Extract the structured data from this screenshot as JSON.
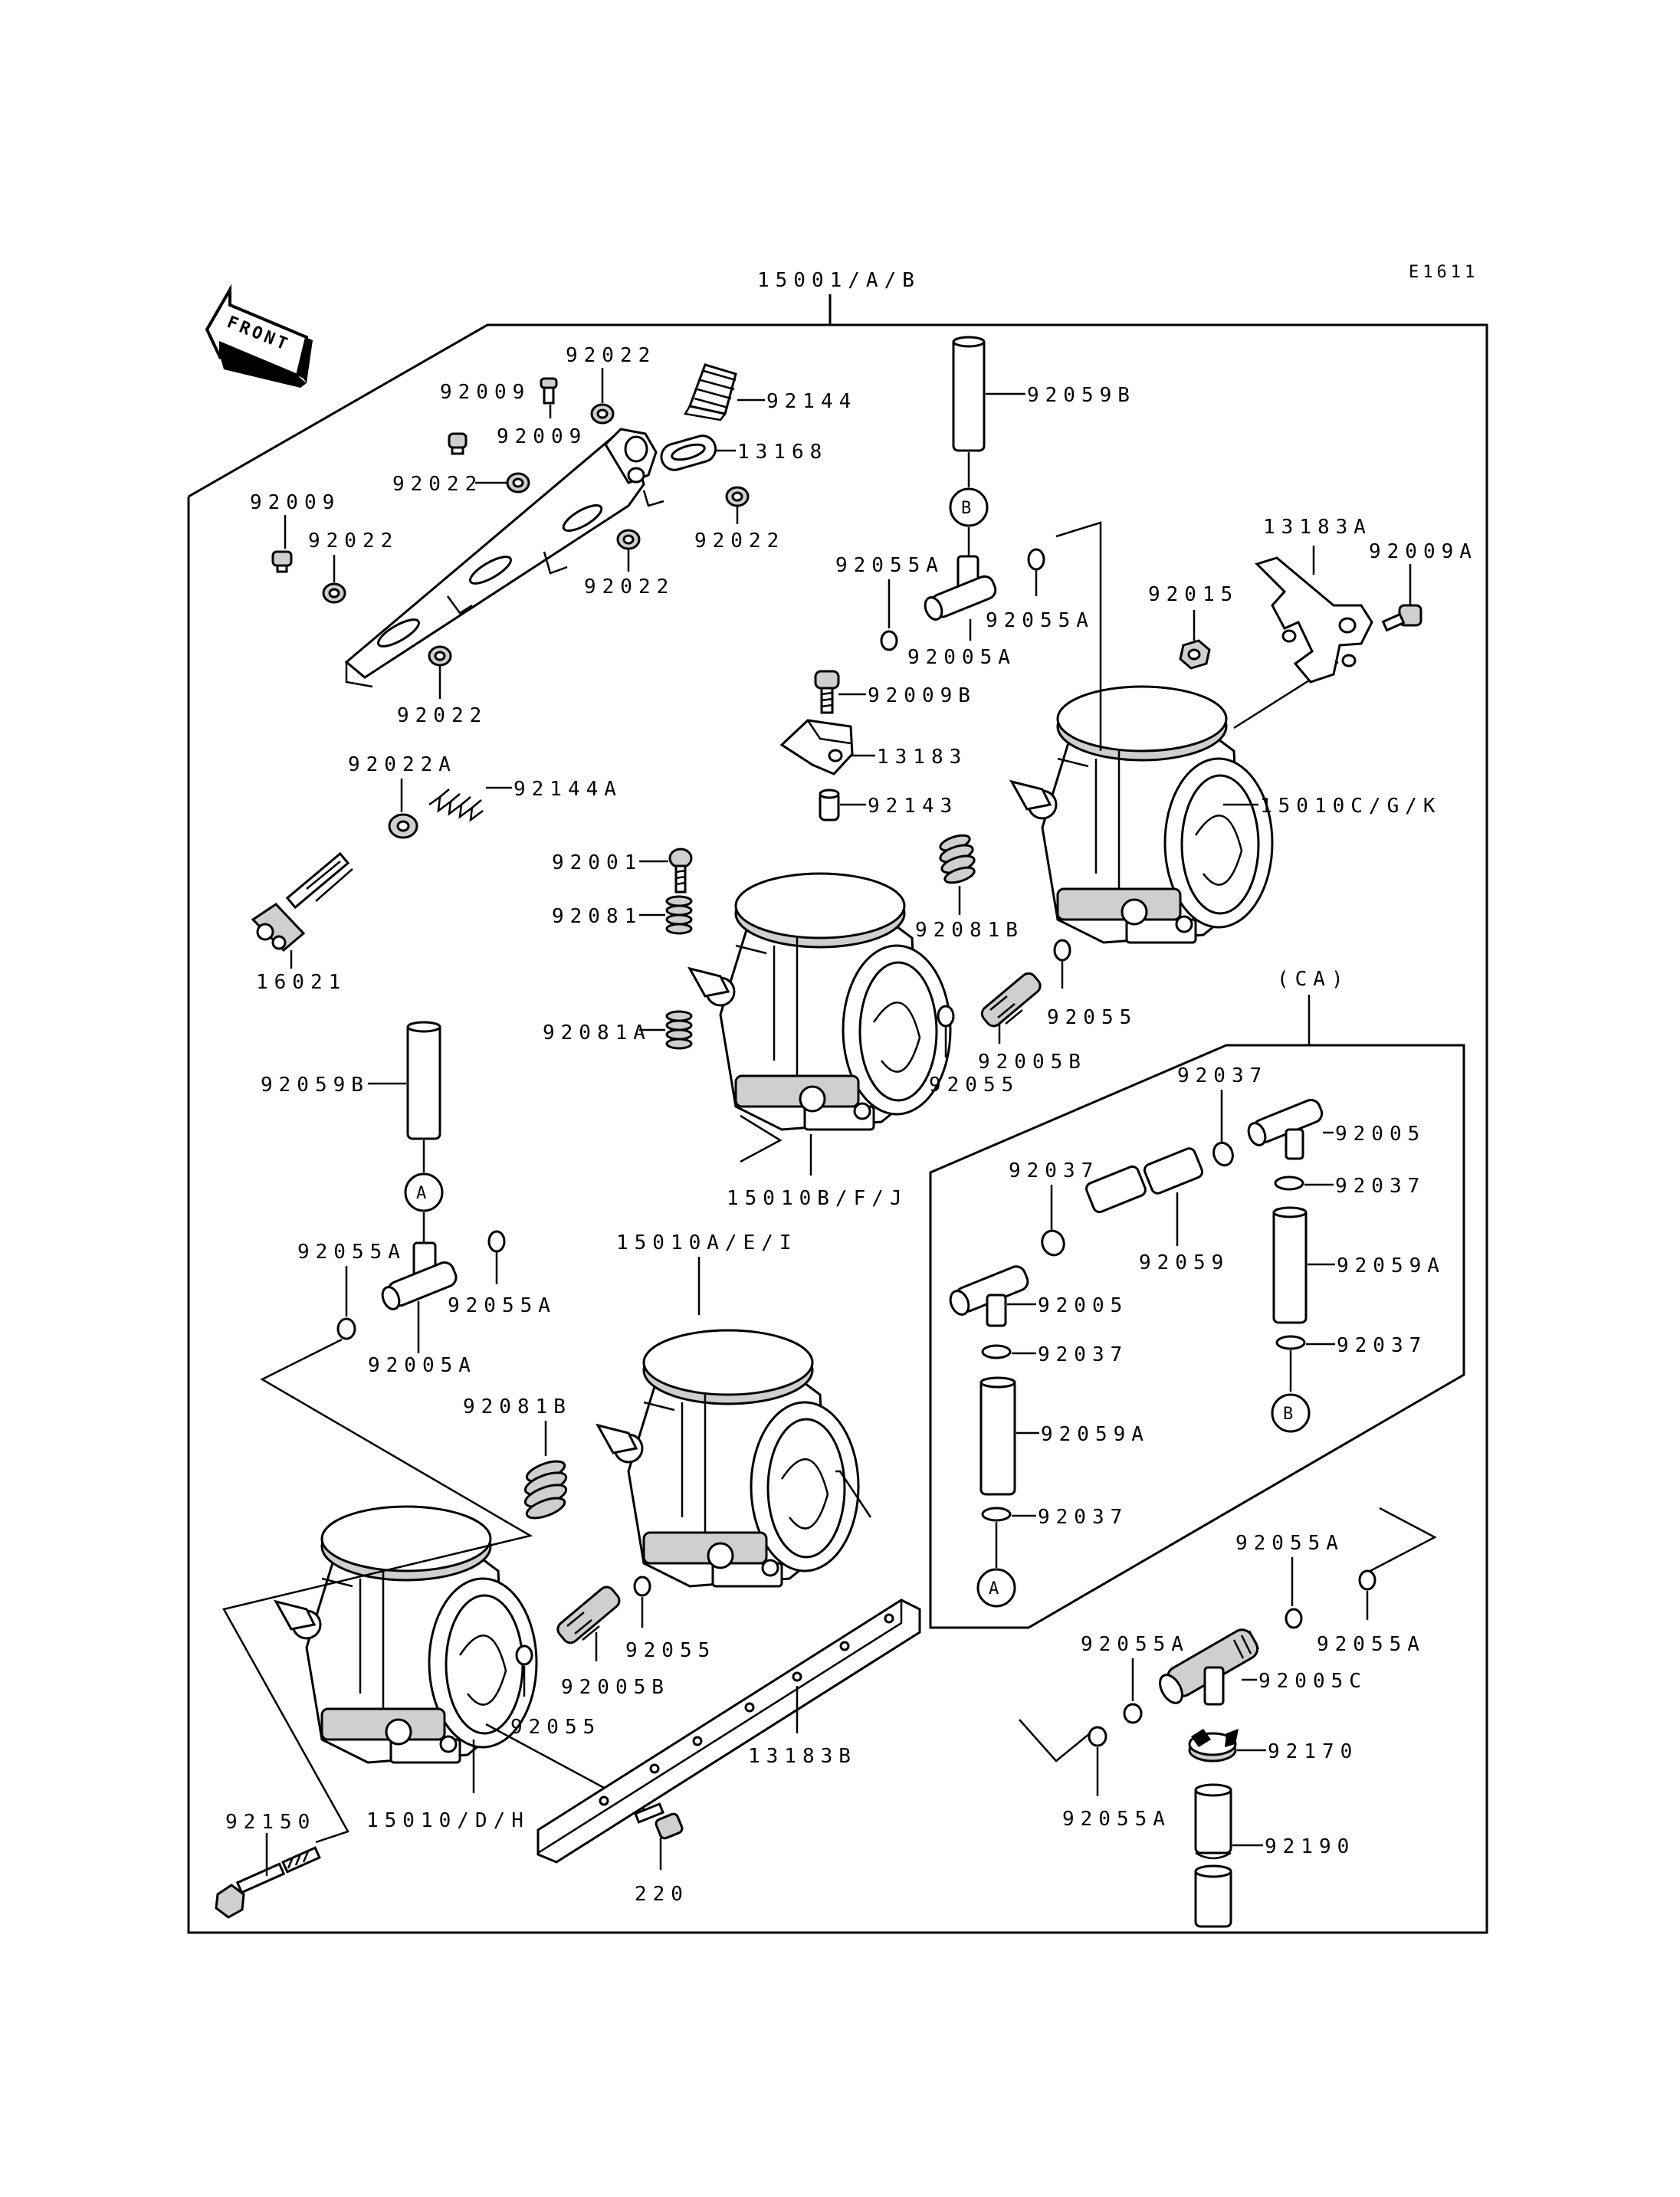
{
  "diagram_code": "E1611",
  "front_badge": "FRONT",
  "assembly": "15001/A/B",
  "ca_group": "(CA)",
  "refs": {
    "a": "A",
    "b": "B"
  },
  "labels": {
    "p92022_top": "92022",
    "p92009_a": "92009",
    "p92144": "92144",
    "p92009_b": "92009",
    "p13168": "13168",
    "p92022_b": "92022",
    "p92009_c": "92009",
    "p92022_c": "92022",
    "p92022_d": "92022",
    "p92022_e": "92022",
    "p92022_f": "92022",
    "p92022a": "92022A",
    "p92144a": "92144A",
    "p16021": "16021",
    "p92059b_top": "92059B",
    "p92055a_t1": "92055A",
    "p92055a_t2": "92055A",
    "p92005a_top": "92005A",
    "p92009b": "92009B",
    "p13183": "13183",
    "p92143": "92143",
    "p13183a": "13183A",
    "p92009a": "92009A",
    "p92015": "92015",
    "p15010cgk": "15010C/G/K",
    "p92001": "92001",
    "p92081": "92081",
    "p92081a": "92081A",
    "p92081b_top": "92081B",
    "p92055_m1": "92055",
    "p92005b_m": "92005B",
    "p92055_m2": "92055",
    "p15010bfj": "15010B/F/J",
    "p92059b_left": "92059B",
    "p92055a_l1": "92055A",
    "p92055a_l2": "92055A",
    "p92005a_left": "92005A",
    "p15010aei": "15010A/E/I",
    "p92081b_left": "92081B",
    "p92055_b1": "92055",
    "p92005b_b": "92005B",
    "p92055_b2": "92055",
    "p13183b": "13183B",
    "p92150": "92150",
    "p15010dh": "15010/D/H",
    "p220": "220",
    "p92037_1": "92037",
    "p92005_1": "92005",
    "p92037_2": "92037",
    "p92037_3": "92037",
    "p92059": "92059",
    "p92059a_1": "92059A",
    "p92005_2": "92005",
    "p92037_4": "92037",
    "p92037_5": "92037",
    "p92059a_2": "92059A",
    "p92037_6": "92037",
    "p92055a_r1": "92055A",
    "p92055a_r2": "92055A",
    "p92055a_r3": "92055A",
    "p92005c": "92005C",
    "p92170": "92170",
    "p92055a_r4": "92055A",
    "p92190": "92190"
  }
}
